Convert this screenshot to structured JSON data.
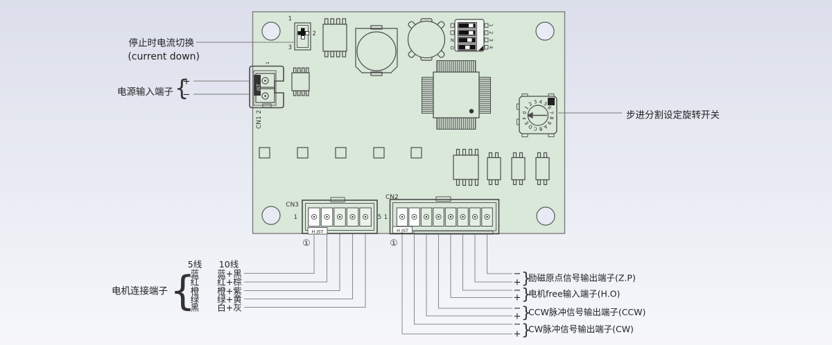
{
  "labels": {
    "current_switch": "停止时电流切换",
    "current_switch_en": "(current down)",
    "power_input": "电源输入端子",
    "rotary_switch": "步进分割设定旋转开关",
    "motor_terminal": "电机连接端子",
    "plus": "+",
    "minus": "−",
    "brace_left": "{",
    "brace_right": "}"
  },
  "motor_table": {
    "headers": [
      "5线",
      "10线"
    ],
    "rows": [
      {
        "five": "蓝",
        "ten": "蓝+黑"
      },
      {
        "five": "红",
        "ten": "红+棕"
      },
      {
        "five": "橙",
        "ten": "橙+紫"
      },
      {
        "five": "绿",
        "ten": "绿+黄"
      },
      {
        "five": "黑",
        "ten": "白+灰"
      }
    ]
  },
  "signals": [
    {
      "label": "励磁原点信号输出端子(Z.P)"
    },
    {
      "label": "电机free输入端子(H.O)"
    },
    {
      "label": "CCW脉冲信号输出端子(CCW)"
    },
    {
      "label": "CW脉冲信号输出端子(CW)"
    }
  ],
  "board": {
    "cn1_label": "CN1 2",
    "cn1_jst": "JST",
    "cn1_pin1": "1",
    "cn3_label": "CN3",
    "cn3_pin_first": "1",
    "cn3_pin_last": "5",
    "cn2_label": "CN2",
    "cn2_pin_first": "1",
    "jst_marking": "H JST",
    "circled_one": "①",
    "slide_labels": [
      "1",
      "2",
      "3"
    ],
    "dip_on": "ON",
    "dip_numbers": [
      "1",
      "2",
      "3",
      "4"
    ],
    "rotary_chars": "0123456789ABCDEF"
  },
  "colors": {
    "background_top": "#dcdfeb",
    "background_bottom": "#f6f7fb",
    "board_green": "#d9e8d9",
    "hole_fill": "#e8eaf4",
    "line_gray": "#7a7a7a",
    "outline": "#4a4a4a",
    "text": "#1f1f1f"
  }
}
